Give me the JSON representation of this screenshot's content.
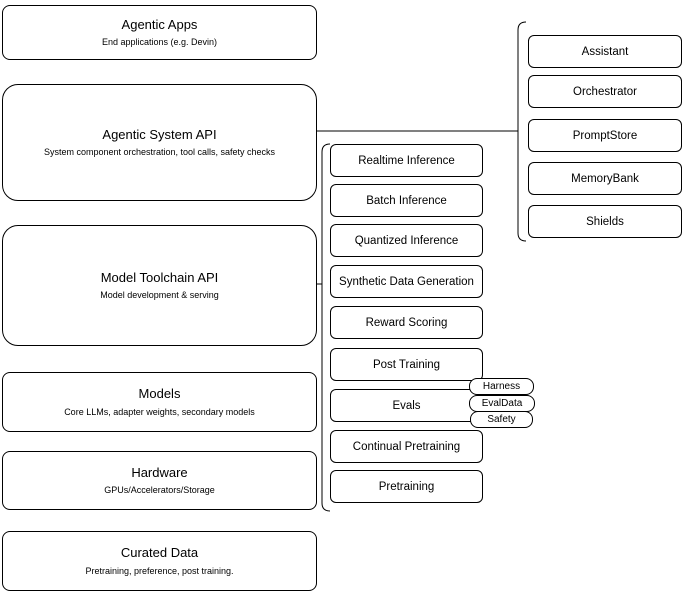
{
  "diagram": {
    "left_column": [
      {
        "title": "Agentic Apps",
        "subtitle": "End applications (e.g. Devin)"
      },
      {
        "title": "Agentic System API",
        "subtitle": "System component orchestration, tool calls, safety checks"
      },
      {
        "title": "Model Toolchain API",
        "subtitle": "Model development & serving"
      },
      {
        "title": "Models",
        "subtitle": "Core LLMs, adapter weights, secondary models"
      },
      {
        "title": "Hardware",
        "subtitle": "GPUs/Accelerators/Storage"
      },
      {
        "title": "Curated Data",
        "subtitle": "Pretraining, preference, post training."
      }
    ],
    "toolchain_api_items": [
      {
        "label": "Realtime Inference"
      },
      {
        "label": "Batch Inference"
      },
      {
        "label": "Quantized Inference"
      },
      {
        "label": "Synthetic Data Generation"
      },
      {
        "label": "Reward Scoring"
      },
      {
        "label": "Post Training"
      },
      {
        "label": "Evals"
      },
      {
        "label": "Continual Pretraining"
      },
      {
        "label": "Pretraining"
      }
    ],
    "evals_tags": [
      {
        "label": "Harness"
      },
      {
        "label": "EvalData"
      },
      {
        "label": "Safety"
      }
    ],
    "agentic_system_items": [
      {
        "label": "Assistant"
      },
      {
        "label": "Orchestrator"
      },
      {
        "label": "PromptStore"
      },
      {
        "label": "MemoryBank"
      },
      {
        "label": "Shields"
      }
    ],
    "colors": {
      "stroke": "#000000",
      "node_fill": "#ffffff",
      "background": "#ffffff",
      "text": "#000000"
    }
  }
}
